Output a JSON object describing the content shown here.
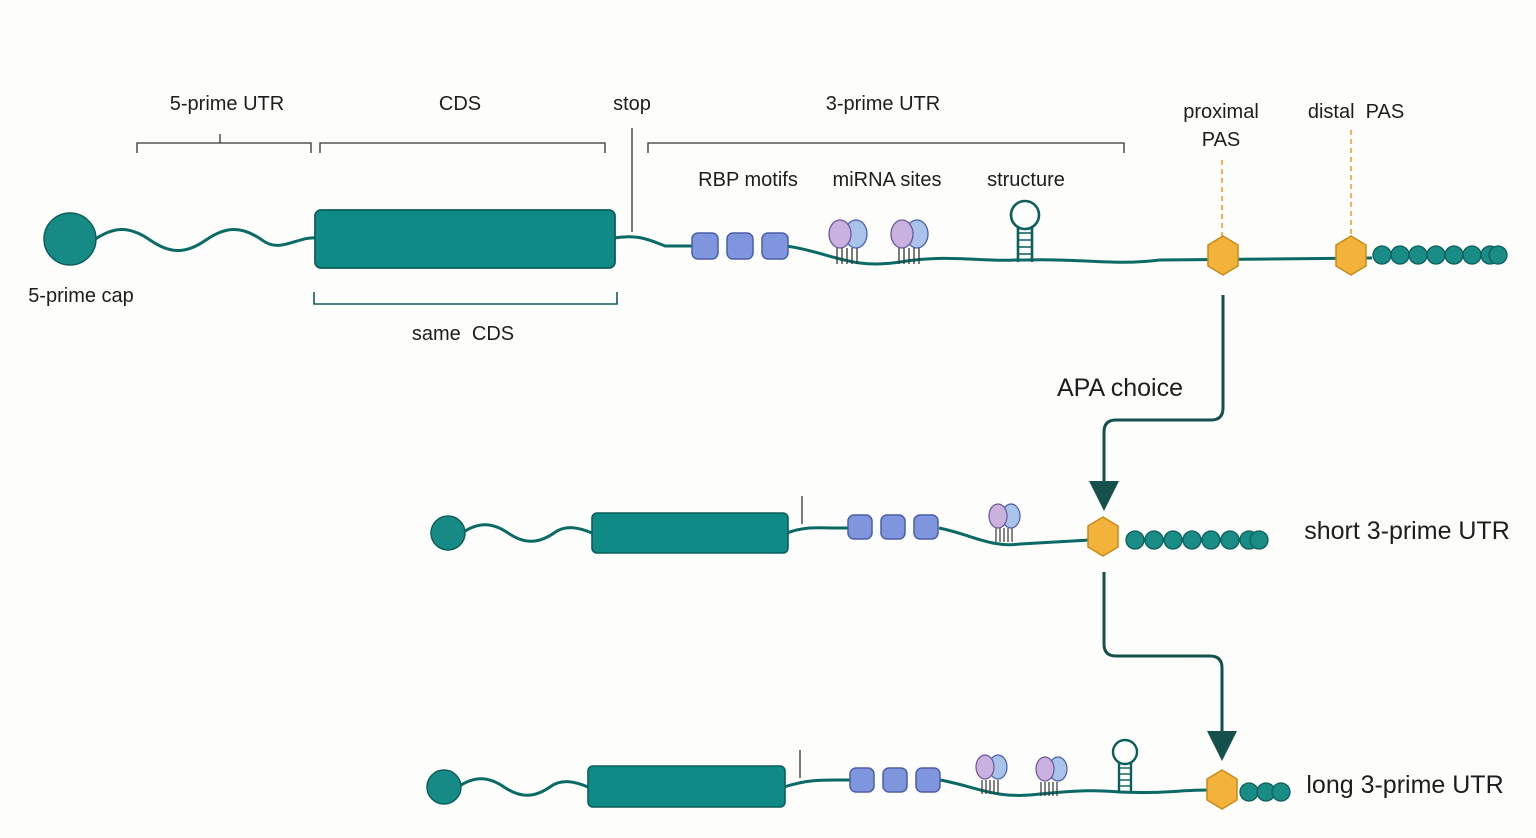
{
  "labels": {
    "five_utr": "5-prime UTR",
    "cds": "CDS",
    "stop": "stop",
    "three_utr": "3-prime UTR",
    "rbp_motifs": "RBP motifs",
    "mirna_sites": "miRNA sites",
    "structure": "structure",
    "proximal_pas_line1": "proximal",
    "proximal_pas_line2": "PAS",
    "distal_pas": "distal  PAS",
    "five_cap": "5-prime cap",
    "same_cds": "same  CDS",
    "apa_choice": "APA choice",
    "short_utr": "short 3-prime UTR",
    "long_utr": "long 3-prime UTR"
  },
  "colors": {
    "teal": "#0f8a86",
    "teal_dark": "#0c5f5c",
    "rbp_blue": "#7f95dd",
    "mirna_purple": "#c9b2e0",
    "mirna_blue": "#a9c3ea",
    "pas_orange": "#f3b23a",
    "pas_dashed": "#f0a030",
    "arrow": "#15504c"
  },
  "icons": {
    "cap": "circle-cap-icon",
    "rbp": "rounded-square-motif-icon",
    "mirna": "double-balloon-mirna-icon",
    "structure": "stem-loop-hairpin-icon",
    "pas": "hexagon-pas-icon",
    "polya": "bead-chain-polya-icon"
  }
}
